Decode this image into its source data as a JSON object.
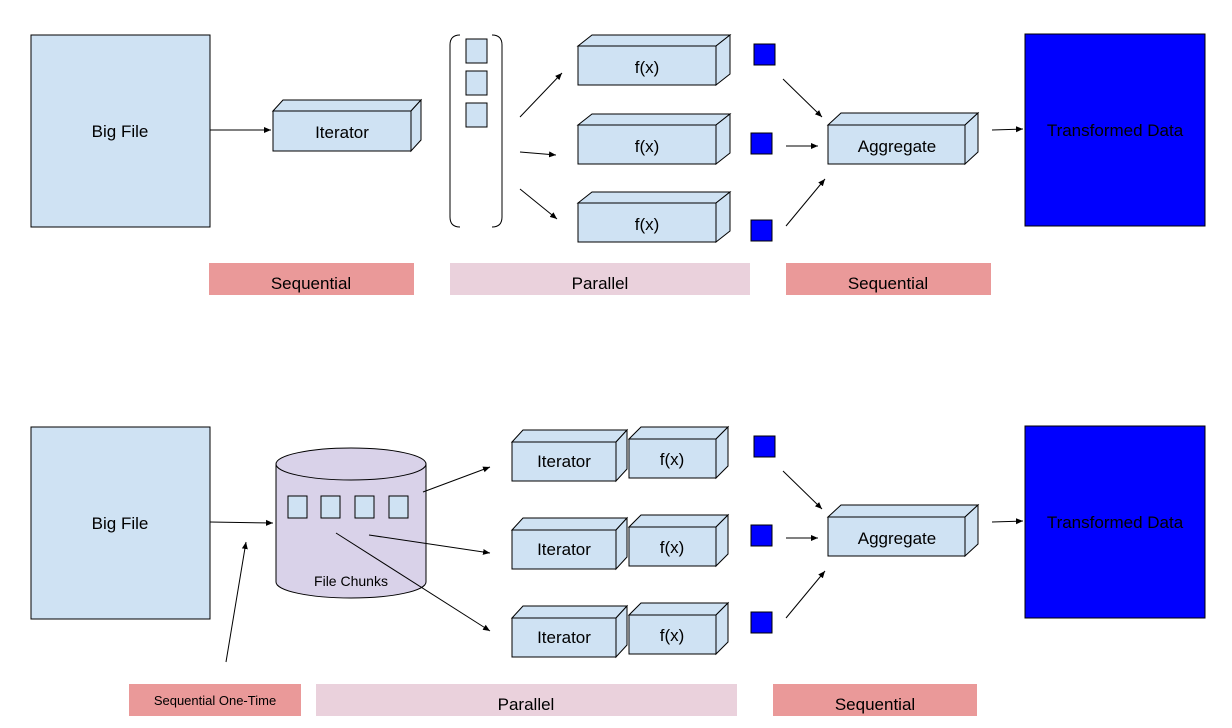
{
  "colors": {
    "light_blue": "#cfe2f3",
    "blue": "#0000ff",
    "sequential": "#ea9999",
    "parallel": "#ead1dc",
    "chunks": "#d9d2e9",
    "stroke": "#000000"
  },
  "top": {
    "source": "Big File",
    "iterator": "Iterator",
    "functions": [
      "f(x)",
      "f(x)",
      "f(x)"
    ],
    "aggregate": "Aggregate",
    "output": "Transformed Data",
    "phases": [
      "Sequential",
      "Parallel",
      "Sequential"
    ]
  },
  "bottom": {
    "source": "Big File",
    "store": "File Chunks",
    "workers": [
      {
        "iterator": "Iterator",
        "function": "f(x)"
      },
      {
        "iterator": "Iterator",
        "function": "f(x)"
      },
      {
        "iterator": "Iterator",
        "function": "f(x)"
      }
    ],
    "aggregate": "Aggregate",
    "output": "Transformed Data",
    "phases": [
      "Sequential One-Time",
      "Parallel",
      "Sequential"
    ]
  }
}
